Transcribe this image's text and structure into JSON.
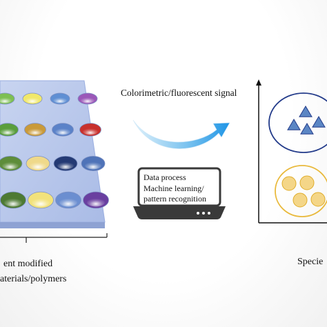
{
  "signal_label": "Colorimetric/fluorescent signal",
  "laptop_lines": [
    "Data process",
    "Machine learning/",
    "pattern recognition"
  ],
  "array_label_lines": [
    "ent modified",
    "aterials/polymers"
  ],
  "species_label": "Specie",
  "colors": {
    "plate_top": "#b7c6ea",
    "plate_side": "#8ea2d3",
    "arrow_start": "#d5ecfa",
    "arrow_end": "#1f9ae8",
    "group_triangles_border": "#233b8a",
    "triangle_fill": "#5b86c4",
    "group_circles_border": "#e9b93b",
    "circle_fill": "#f4d688"
  },
  "well_colors": [
    [
      "#7dbf52",
      "#f1e86a",
      "#5f8fd3",
      "#9b58b8"
    ],
    [
      "#5a9e3c",
      "#c99a3a",
      "#5b82c8",
      "#c8302c"
    ],
    [
      "#5e8d3a",
      "#efd98a",
      "#243a74",
      "#4f73b8"
    ],
    [
      "#4d7a33",
      "#f2e27b",
      "#6b8ed0",
      "#6a3fa0"
    ]
  ]
}
